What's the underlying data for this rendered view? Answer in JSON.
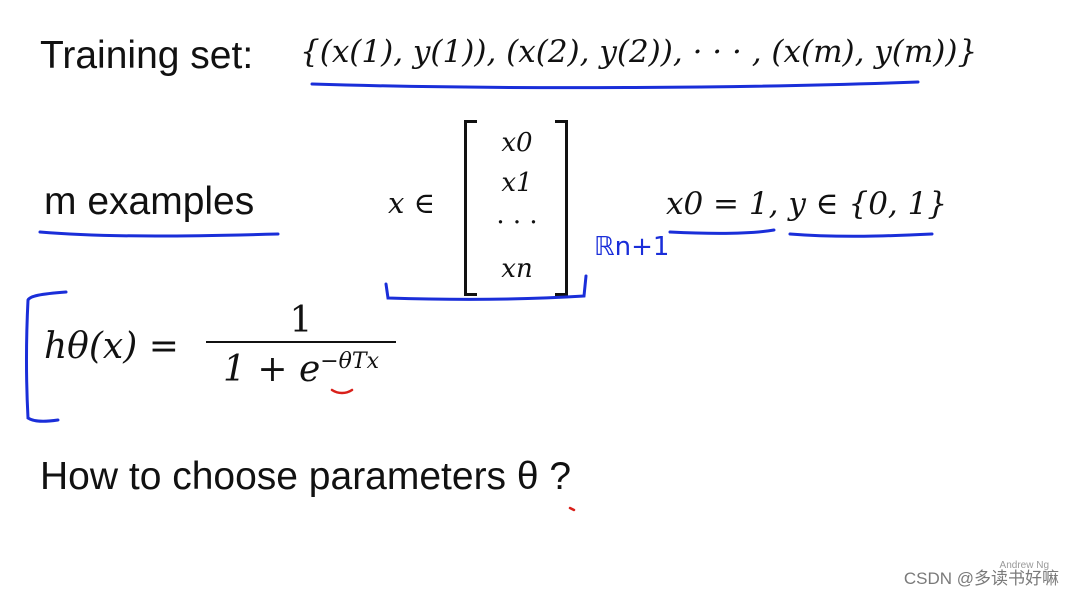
{
  "slide": {
    "title": "Training set:",
    "training_set": "{(x(1), y(1)), (x(2), y(2)), · · · , (x(m), y(m))}",
    "m_examples": "m examples",
    "x_in": "x ∈",
    "vector": [
      "x0",
      "x1",
      "· · ·",
      "xn"
    ],
    "condition": "x0 = 1, y ∈ {0, 1}",
    "hypothesis_lhs": "hθ(x) =",
    "numerator": "1",
    "denominator": "1 + e",
    "exponent": "−θTx",
    "question": "How to choose parameters θ ?",
    "handwritten_note": "ℝn+1"
  },
  "watermark": "CSDN @多读书好嘛",
  "signature": "Andrew Ng",
  "colors": {
    "ink_blue": "#1a2ed9",
    "ink_red": "#d9201a"
  }
}
